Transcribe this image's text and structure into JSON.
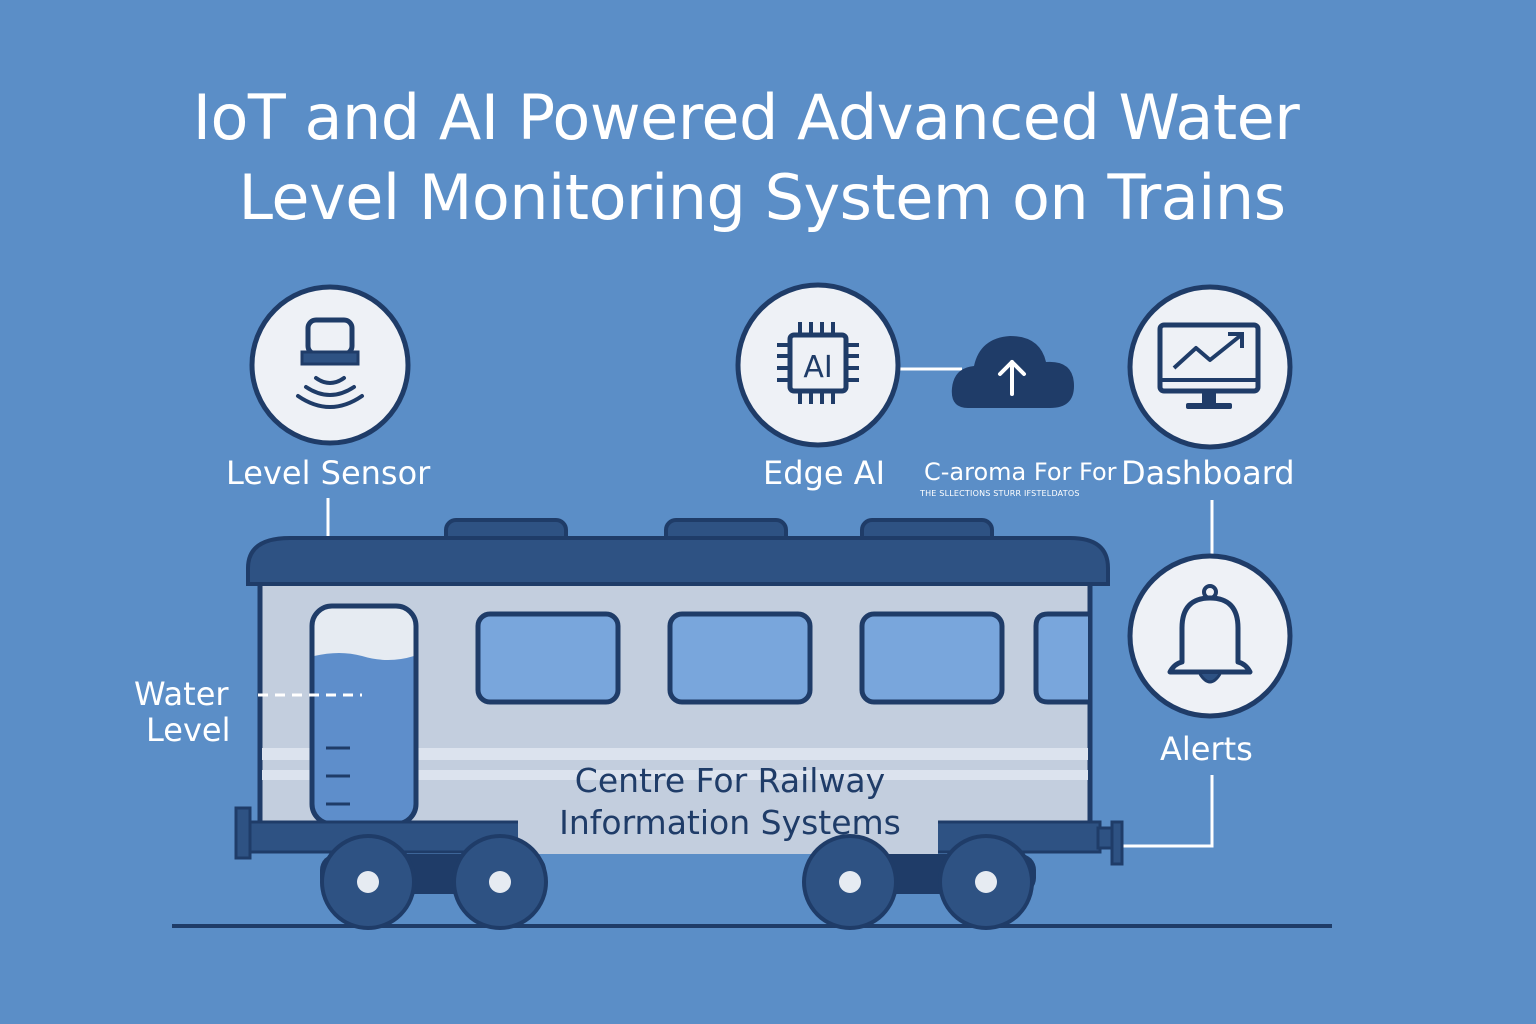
{
  "title": {
    "line1": "IoT and AI Powered Advanced Water",
    "line2": "Level Monitoring System on Trains"
  },
  "nodes": {
    "level_sensor": {
      "label": "Level Sensor",
      "icon": "sensor-icon"
    },
    "edge_ai": {
      "label": "Edge AI",
      "icon": "ai-chip-icon",
      "chip_text": "AI"
    },
    "cloud": {
      "icon": "cloud-upload-icon",
      "label_line1": "C-aroma For For",
      "label_line2": "THE SLLECTIONS STURR IFSTELDATOS"
    },
    "dashboard": {
      "label": "Dashboard",
      "icon": "monitor-chart-icon"
    },
    "alerts": {
      "label": "Alerts",
      "icon": "bell-icon"
    }
  },
  "tank": {
    "label_line1": "Water",
    "label_line2": "Level"
  },
  "train": {
    "text_line1": "Centre For Railway",
    "text_line2": "Information Systems"
  },
  "colors": {
    "background": "#5b8ec7",
    "dark_navy": "#1f3c68",
    "roof": "#2e5283",
    "body_silver": "#c3cede",
    "window": "#79a6dc",
    "water": "#5e8ecb",
    "circle_fill": "#eef1f6"
  }
}
